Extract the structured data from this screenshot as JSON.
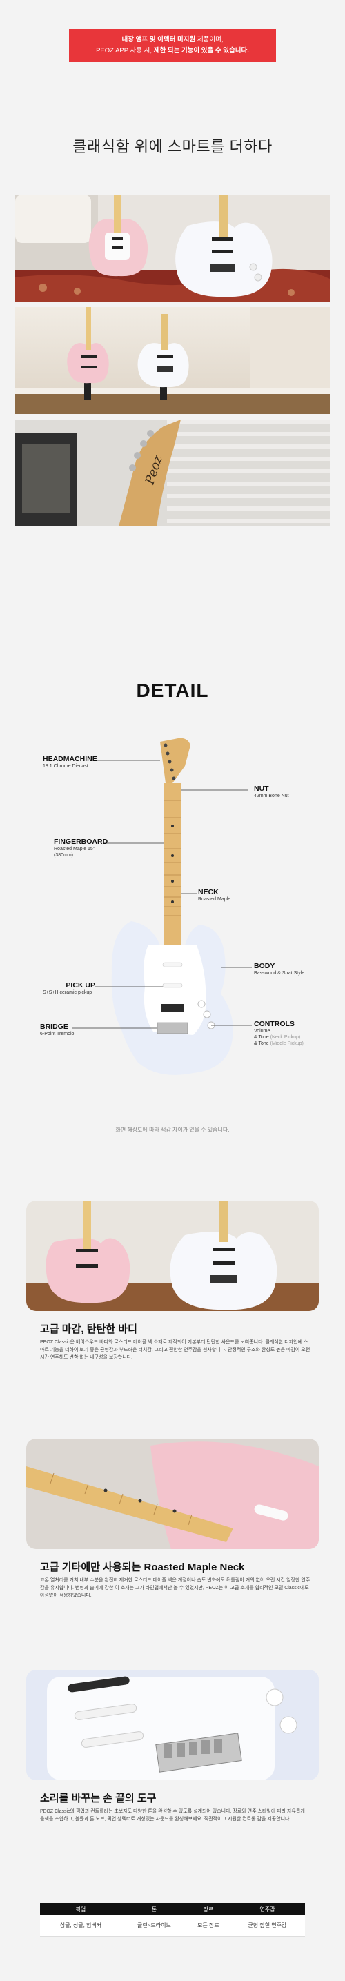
{
  "notice": {
    "line1_bold": "내장 앰프 및 이펙터 미지원",
    "line1_rest": " 제품이며,",
    "line2_pre": "PEOZ APP 사용 시, ",
    "line2_bold": "제한 되는 기능이 있을 수 있습니다."
  },
  "headline": "클래식함 위에 스마트를 더하다",
  "detail": {
    "title": "DETAIL",
    "callouts": {
      "headmachine": {
        "title": "HEADMACHINE",
        "sub": "18:1 Chrome Diecast"
      },
      "nut": {
        "title": "NUT",
        "sub": "42mm Bone Nut"
      },
      "fingerboard": {
        "title": "FINGERBOARD",
        "sub1": "Roasted Maple 15\"",
        "sub2": "(380mm)"
      },
      "neck": {
        "title": "NECK",
        "sub": "Roasted Maple"
      },
      "body": {
        "title": "BODY",
        "sub": "Basswood & Strat Style"
      },
      "pickup": {
        "title": "PICK UP",
        "sub": "S+S+H ceramic pickup"
      },
      "bridge": {
        "title": "BRIDGE",
        "sub": "6-Point Tremolo"
      },
      "controls": {
        "title": "CONTROLS",
        "sub1": "Volume",
        "sub2": "& Tone",
        "sub2_muted": "(Neck Pickup)",
        "sub3": "& Tone",
        "sub3_muted": "(Middle Pickup)"
      }
    },
    "disclaimer": "화면 해상도에 따라 색감 차이가 있을 수 있습니다."
  },
  "features": [
    {
      "title": "고급 마감, 탄탄한 바디",
      "body": "PEOZ Classic은 베이스우드 바디와 로스티드 메이플 넥 소재로 제작되어 기본부터 탄탄한 사운드를 보여줍니다. 클래식한 디자인에 스마트 기능을 더하여 보기 좋은 균형감과 부드러운 터치감, 그리고 편안한 연주감을 선사합니다. 안정적인 구조와 완성도 높은 마감이 오랜 시간 연주해도 변함 없는 내구성을 보장합니다."
    },
    {
      "title": "고급 기타에만 사용되는 Roasted Maple Neck",
      "body": "고온 열처리를 거쳐 내부 수분을 완전히 제거한 로스티드 메이플 넥은 계절이나 습도 변화에도 뒤틀림이 거의 없어 오랜 시간 일정한 연주감을 유지합니다. 변형과 습기에 강한 이 소재는 고가 라인업에서만 볼 수 있었지만, PEOZ는 이 고급 소재를 합리적인 모델 Classic에도 아낌없이 적용하였습니다."
    },
    {
      "title": "소리를 바꾸는 손 끝의 도구",
      "body": "PEOZ Classic의 픽업과 컨트롤러는 초보자도 다양한 톤을 완성할 수 있도록 설계되어 있습니다. 장르와 연주 스타일에 따라 자유롭게 음색을 조합하고, 볼륨과 톤 노브, 픽업 셀렉터로 개성있는 사운드를 완성해보세요. 직관적이고 시원한 컨트롤 감을 제공합니다."
    }
  ],
  "spec_table": {
    "headers": [
      "픽업",
      "톤",
      "장르",
      "연주감"
    ],
    "row": [
      "싱글, 싱글, 험버커",
      "클린~드라이브",
      "모든 장르",
      "균형 잡힌 연주감"
    ]
  }
}
